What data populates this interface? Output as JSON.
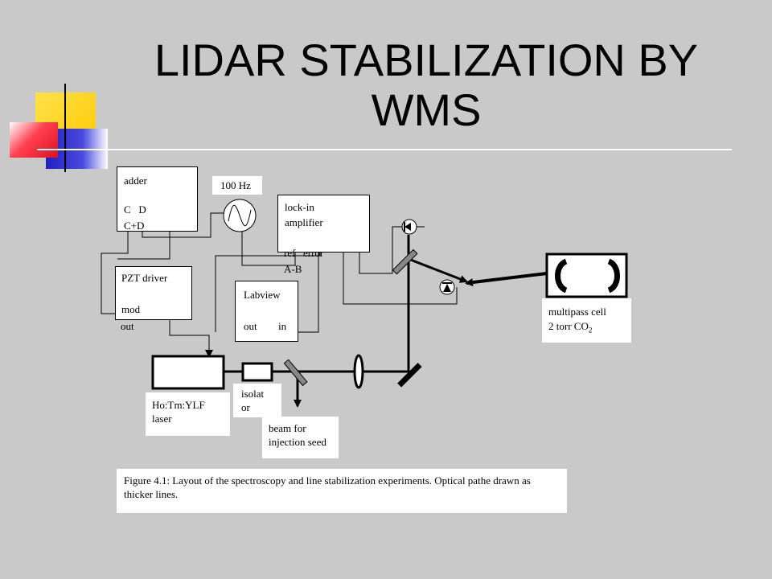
{
  "title": "LIDAR STABILIZATION BY WMS",
  "colors": {
    "background": "#c9c9c9",
    "deco_yellow": "#ffd400",
    "deco_red": "#f01c24",
    "deco_blue": "#2b2bd0"
  },
  "diagram": {
    "adder": {
      "title": "adder",
      "inputs": "C   D",
      "output": "C+D"
    },
    "oscillator": {
      "label": "100 Hz",
      "icon": "sine-wave-icon"
    },
    "lockin": {
      "title": "lock-in",
      "title2": "amplifier",
      "ref": "ref",
      "error": "error",
      "diff": "A-B"
    },
    "pzt": {
      "title": "PZT driver",
      "mod": "mod",
      "out": "out"
    },
    "labview": {
      "title": "Labview",
      "out": "out",
      "in": "in"
    },
    "laser": {
      "label": "Ho:Tm:YLF laser"
    },
    "isolator": {
      "label": "isolat or"
    },
    "beam": {
      "label": "beam for injection seed"
    },
    "cell": {
      "label": "multipass cell",
      "pressure": "2 torr CO",
      "subscript": "2"
    },
    "caption": "Figure 4.1: Layout of the spectroscopy and line stabilization experiments. Optical pathe drawn as thicker lines."
  }
}
